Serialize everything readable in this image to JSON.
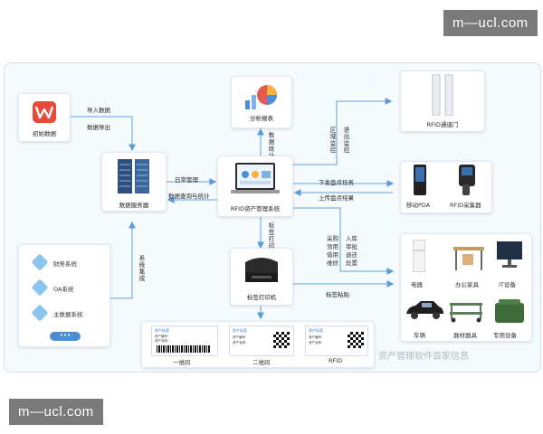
{
  "watermarks": {
    "top": "m—ucl.com",
    "bottom": "m—ucl.com"
  },
  "nodes": {
    "wps": "初始数据",
    "server": "数据服务器",
    "report": "分析报表",
    "rfid_system": "RFID资产管理系统",
    "printer": "标签打印机",
    "gate": "RFID通道门",
    "pda": "移动PDA",
    "collector": "RFID采集器"
  },
  "systems": [
    "财务系统",
    "OA系统",
    "主数据系统"
  ],
  "flows": {
    "import": "导入数据",
    "export": "数据导出",
    "daily": "日常管理",
    "query": "数据查询与统计",
    "stats": "数据统计",
    "integration": "系统集成",
    "region": "区域监控",
    "entry_exit": "进出监控",
    "dispatch": "下发盘点任务",
    "upload": "上传盘点结果",
    "label_print": "标签打印",
    "label_paste": "标签粘贴",
    "ops_col1": [
      "采购",
      "领用",
      "借用",
      "维修"
    ],
    "ops_col2": [
      "入库",
      "审批",
      "退还",
      "处置"
    ]
  },
  "assets": [
    "电器",
    "办公家具",
    "IT设备",
    "车辆",
    "器材器具",
    "专用设备"
  ],
  "labels": {
    "barcode": "一维码",
    "qrcode": "二维码",
    "rfid": "RFID",
    "brand": "资产标签",
    "field1": "资产编号：",
    "field2": "资产名称："
  },
  "footer_watermark": "资产管理软件首家信息"
}
